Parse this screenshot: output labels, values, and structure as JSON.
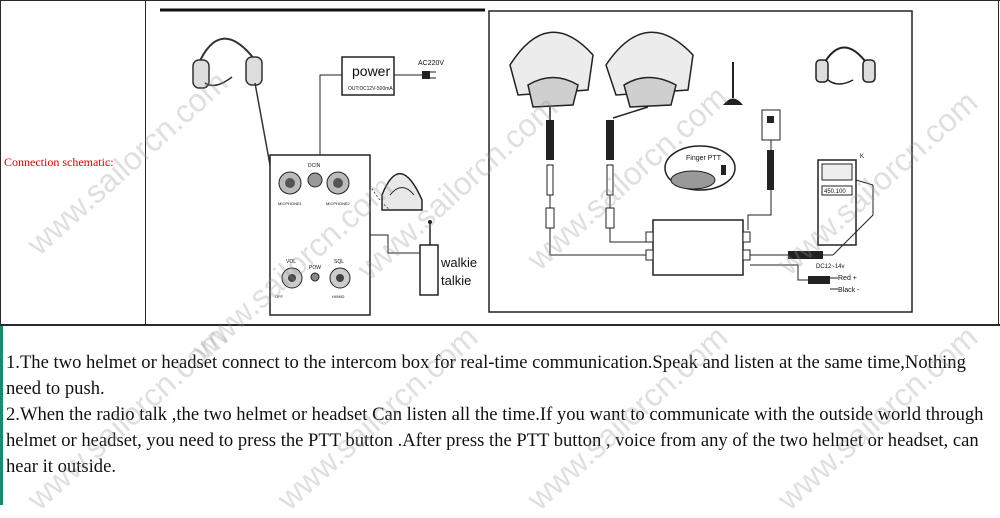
{
  "left_label": "Connection  schematic:",
  "left_diagram": {
    "power_box": "power",
    "power_spec": "OUT:DC12V-500mA",
    "plug_label": "AC220V",
    "dcin_label": "DCIN",
    "mic1_label": "MICPHONE1",
    "mic2_label": "MICPHONE2",
    "vol_label": "VOL",
    "pow_label": "POW",
    "sql_label": "SQL",
    "off_label": "OFF",
    "hi_label": "HI/MID",
    "walkie_line1": "walkie",
    "walkie_line2": "talkie"
  },
  "right_diagram": {
    "finger_ptt": "Finger PTT",
    "radio_display": "450.100",
    "radio_k": "K",
    "dc_label": "DC12~14v",
    "red_label": "Red +",
    "black_label": "Black -"
  },
  "notes": [
    "1.The two helmet or headset connect to the intercom box for real-time communication.Speak and listen at the same time,Nothing need to push.",
    "2.When the radio talk ,the two helmet or headset Can listen all the time.If you want to communicate with the outside world through helmet or headset, you need to press the PTT button .After press the PTT button ,  voice from any of the two helmet or headset,  can hear it outside."
  ],
  "watermark": "www.sailorcn.com",
  "colors": {
    "label": "#e00000",
    "border": "#2a2a2a",
    "accent_bar": "#1a8a6e"
  }
}
